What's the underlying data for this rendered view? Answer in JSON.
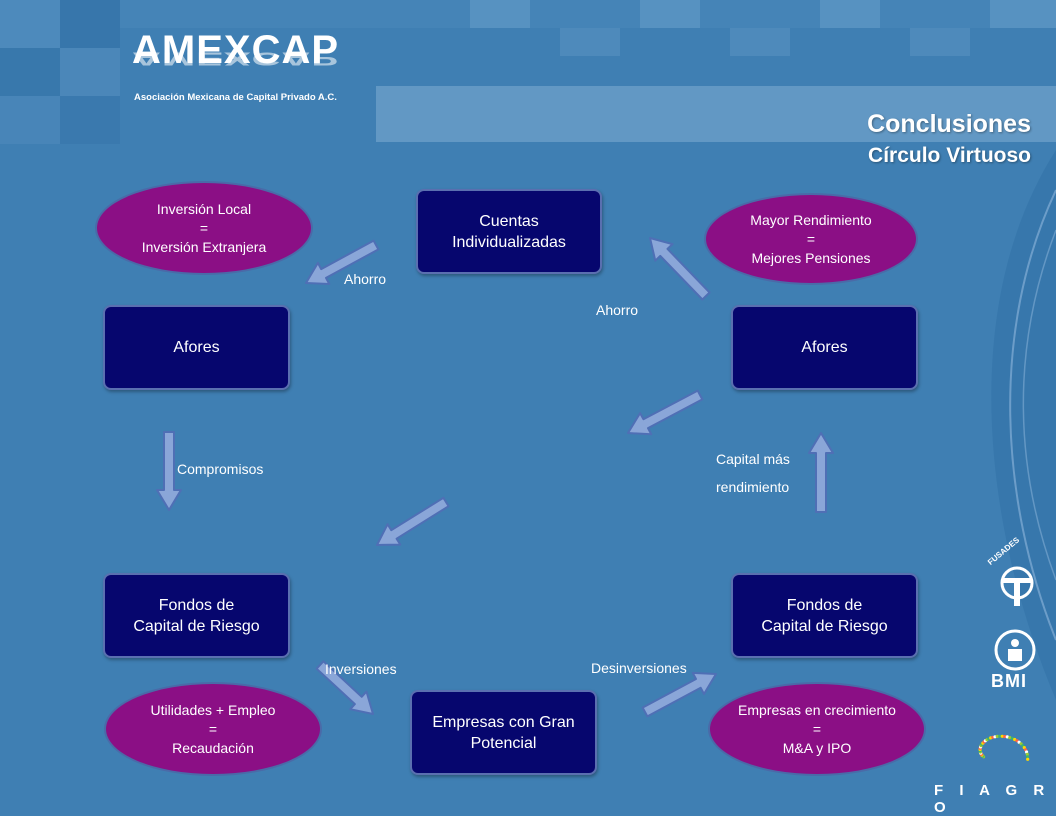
{
  "header": {
    "logo_text": "AMEXCAP",
    "logo_subtitle": "Asociación Mexicana de Capital Privado A.C.",
    "title": "Conclusiones",
    "subtitle": "Círculo Virtuoso"
  },
  "nodes": {
    "cuentas": "Cuentas\nIndividualizadas",
    "afores_left": "Afores",
    "afores_right": "Afores",
    "fondos_left": "Fondos de\nCapital de Riesgo",
    "fondos_right": "Fondos de\nCapital de Riesgo",
    "empresas": "Empresas con Gran\nPotencial"
  },
  "ellipses": {
    "inversion": "Inversión Local\n=\nInversión Extranjera",
    "rendimiento": "Mayor Rendimiento\n=\nMejores Pensiones",
    "utilidades": "Utilidades + Empleo\n=\nRecaudación",
    "crecimiento": "Empresas en crecimiento\n=\nM&A y IPO"
  },
  "edge_labels": {
    "ahorro_left": "Ahorro",
    "ahorro_right": "Ahorro",
    "compromisos": "Compromisos",
    "capital": "Capital más\nrendimiento",
    "inversiones": "Inversiones",
    "desinversiones": "Desinversiones"
  },
  "side_logos": {
    "fusades": "FUSADES",
    "bmi": "BMI",
    "fiagro": "F I A G R O"
  },
  "colors": {
    "background": "#3f7fb3",
    "box_fill": "#06066e",
    "ellipse_fill": "#8b0f85",
    "arrow_fill": "#8aa6d8"
  }
}
